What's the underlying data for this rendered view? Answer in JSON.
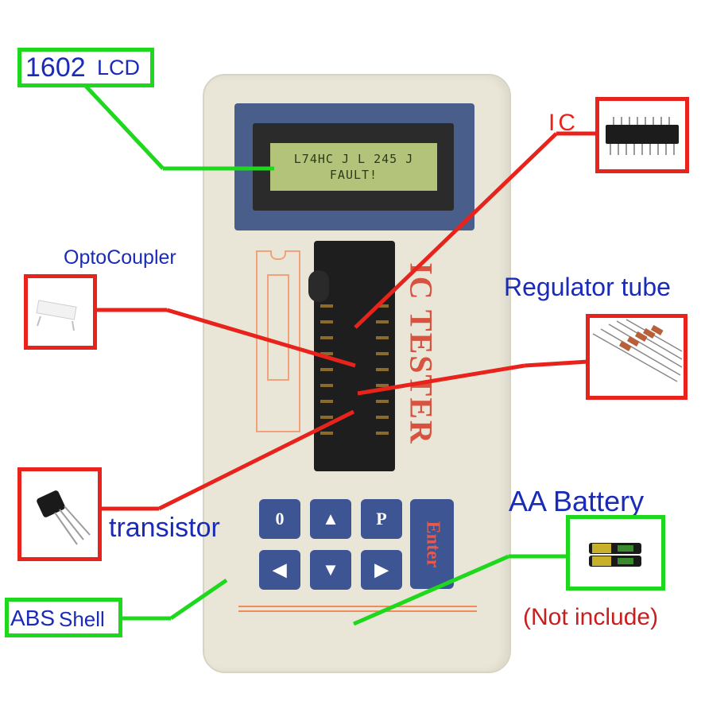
{
  "labels": {
    "lcd_number": "1602",
    "lcd_word": "LCD",
    "ic": "IC",
    "optocoupler": "OptoCoupler",
    "regulator": "Regulator tube",
    "transistor": "transistor",
    "battery": "AA Battery",
    "not_include": "(Not include)",
    "abs": "ABS",
    "shell": "Shell"
  },
  "lcd": {
    "line1": "L74HC  J L 245 J",
    "line2": "FAULT!"
  },
  "device": {
    "brand": "IC TESTER",
    "keys": [
      "0",
      "▲",
      "P",
      "◀",
      "▼",
      "▶"
    ],
    "enter": "Enter"
  },
  "colors": {
    "callout_red": "#e8231c",
    "callout_green": "#1ed81e",
    "label_blue": "#1a2bb8",
    "note_red": "#c81e1e",
    "keypad_blue": "#3e5594",
    "lcd_green": "#b3c47a"
  }
}
